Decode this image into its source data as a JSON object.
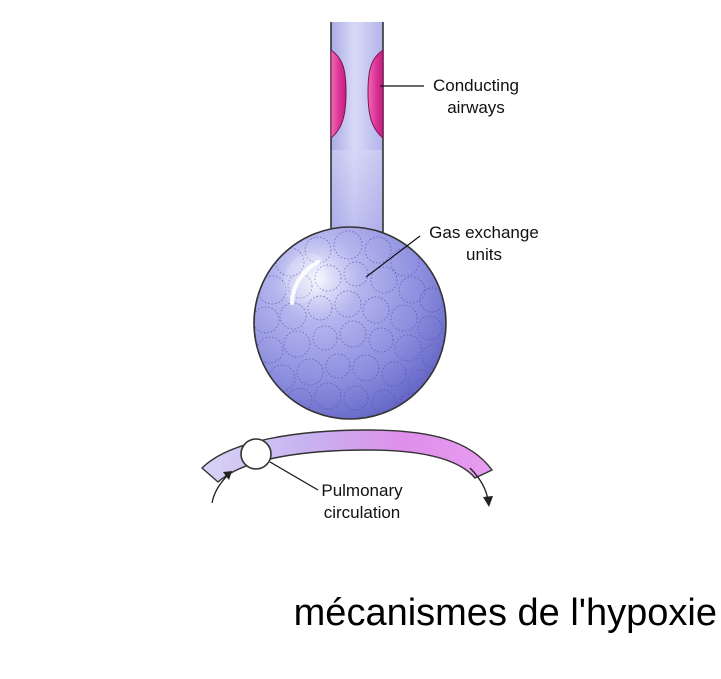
{
  "labels": {
    "conducting_airways_line1": "Conducting",
    "conducting_airways_line2": "airways",
    "gas_exchange_line1": "Gas exchange",
    "gas_exchange_line2": "units",
    "pulmonary_line1": "Pulmonary",
    "pulmonary_line2": "circulation"
  },
  "caption": "mécanismes de l'hypoxie",
  "colors": {
    "airway_tube": "#c7c9f0",
    "airway_wall_highlight": "#e0409c",
    "sphere_light": "#e8e8fb",
    "sphere_mid": "#9fa0e6",
    "sphere_dark": "#6d6ec9",
    "vessel_start": "#c8c4f2",
    "vessel_end": "#e48ce8"
  }
}
